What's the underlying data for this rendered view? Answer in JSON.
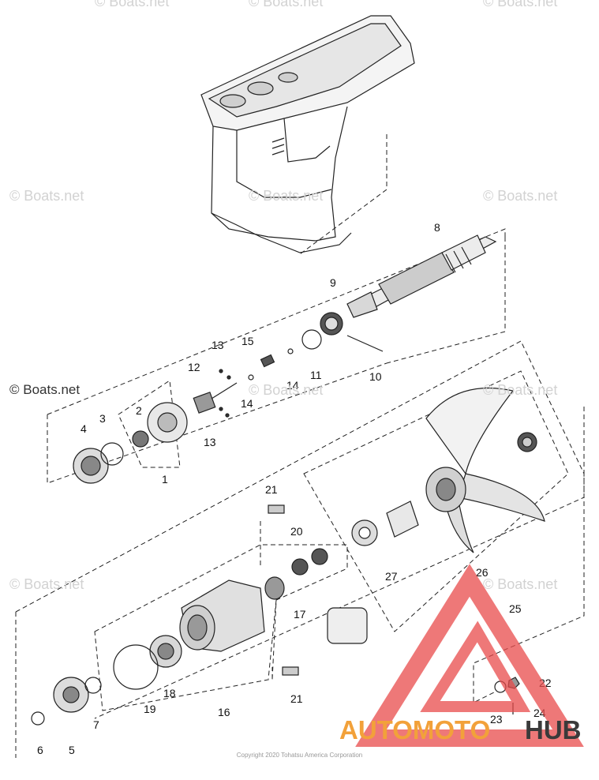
{
  "watermarks": {
    "text": "© Boats.net",
    "dark_text": "© Boats.net"
  },
  "copyright": "Copyright 2020 Tohatsu America Corporation",
  "logo": {
    "text_part1": "AUTOMOTO",
    "text_part2": "HUB",
    "colors": {
      "triangle": "#e84b4b",
      "accent": "#f2a13a",
      "dark": "#3a3a3a"
    }
  },
  "callouts": [
    "1",
    "2",
    "3",
    "4",
    "5",
    "6",
    "7",
    "8",
    "9",
    "10",
    "11",
    "12",
    "13",
    "13",
    "14",
    "14",
    "15",
    "16",
    "17",
    "18",
    "19",
    "20",
    "21",
    "21",
    "22",
    "23",
    "24",
    "25",
    "26",
    "27"
  ]
}
